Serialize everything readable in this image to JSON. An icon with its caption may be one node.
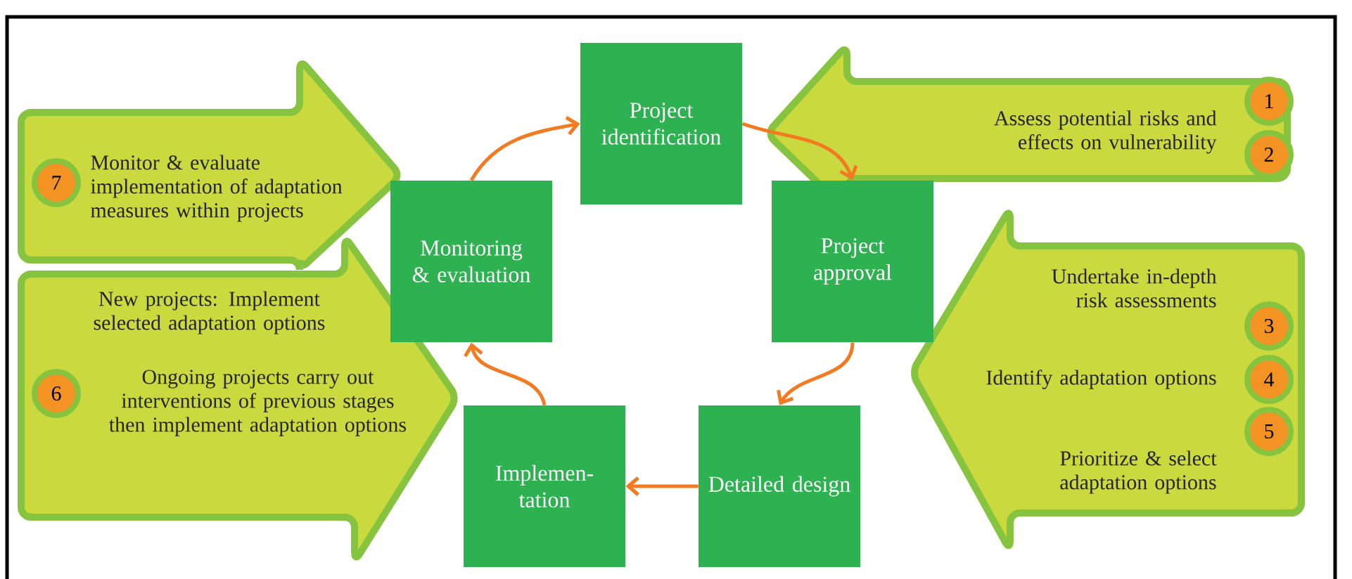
{
  "diagram": {
    "nodes": [
      {
        "text": [
          "Project identification"
        ]
      },
      {
        "text": [
          "Project approval"
        ]
      },
      {
        "text": [
          "Detailed design"
        ]
      },
      {
        "text": [
          "Implemen- tation"
        ]
      },
      {
        "text": [
          "Monitoring & evaluation"
        ]
      },
      {
        "text": [
          "Assess potential risks and effects on vulnerability"
        ]
      },
      {
        "text": [
          "1"
        ],
        "in": 5
      },
      {
        "text": [
          "2"
        ],
        "in": 5
      },
      {
        "text": [
          "Undertake in-depth risk assessments",
          "Identify adaptation options",
          "Prioritize & select adaptation options"
        ]
      },
      {
        "text": [
          "3"
        ],
        "in": 8
      },
      {
        "text": [
          "4"
        ],
        "in": 8
      },
      {
        "text": [
          "5"
        ],
        "in": 8
      },
      {
        "text": [
          "Monitor & evaluate implementation of adaptation measures within projects"
        ]
      },
      {
        "text": [
          "7"
        ],
        "in": 12
      },
      {
        "text": [
          "New projects: Implement selected adaptation options",
          "Ongoing projects carry out interventions of previous stages then implement adaptation options"
        ]
      },
      {
        "text": [
          "6"
        ],
        "in": 14
      }
    ],
    "edges": [
      {
        "from": 0,
        "to": 1,
        "arrow": "to"
      },
      {
        "from": 1,
        "to": 2,
        "arrow": "to"
      },
      {
        "from": 2,
        "to": 3,
        "arrow": "to"
      },
      {
        "from": 3,
        "to": 4,
        "arrow": "to"
      },
      {
        "from": 4,
        "to": 0,
        "arrow": "to"
      }
    ]
  }
}
